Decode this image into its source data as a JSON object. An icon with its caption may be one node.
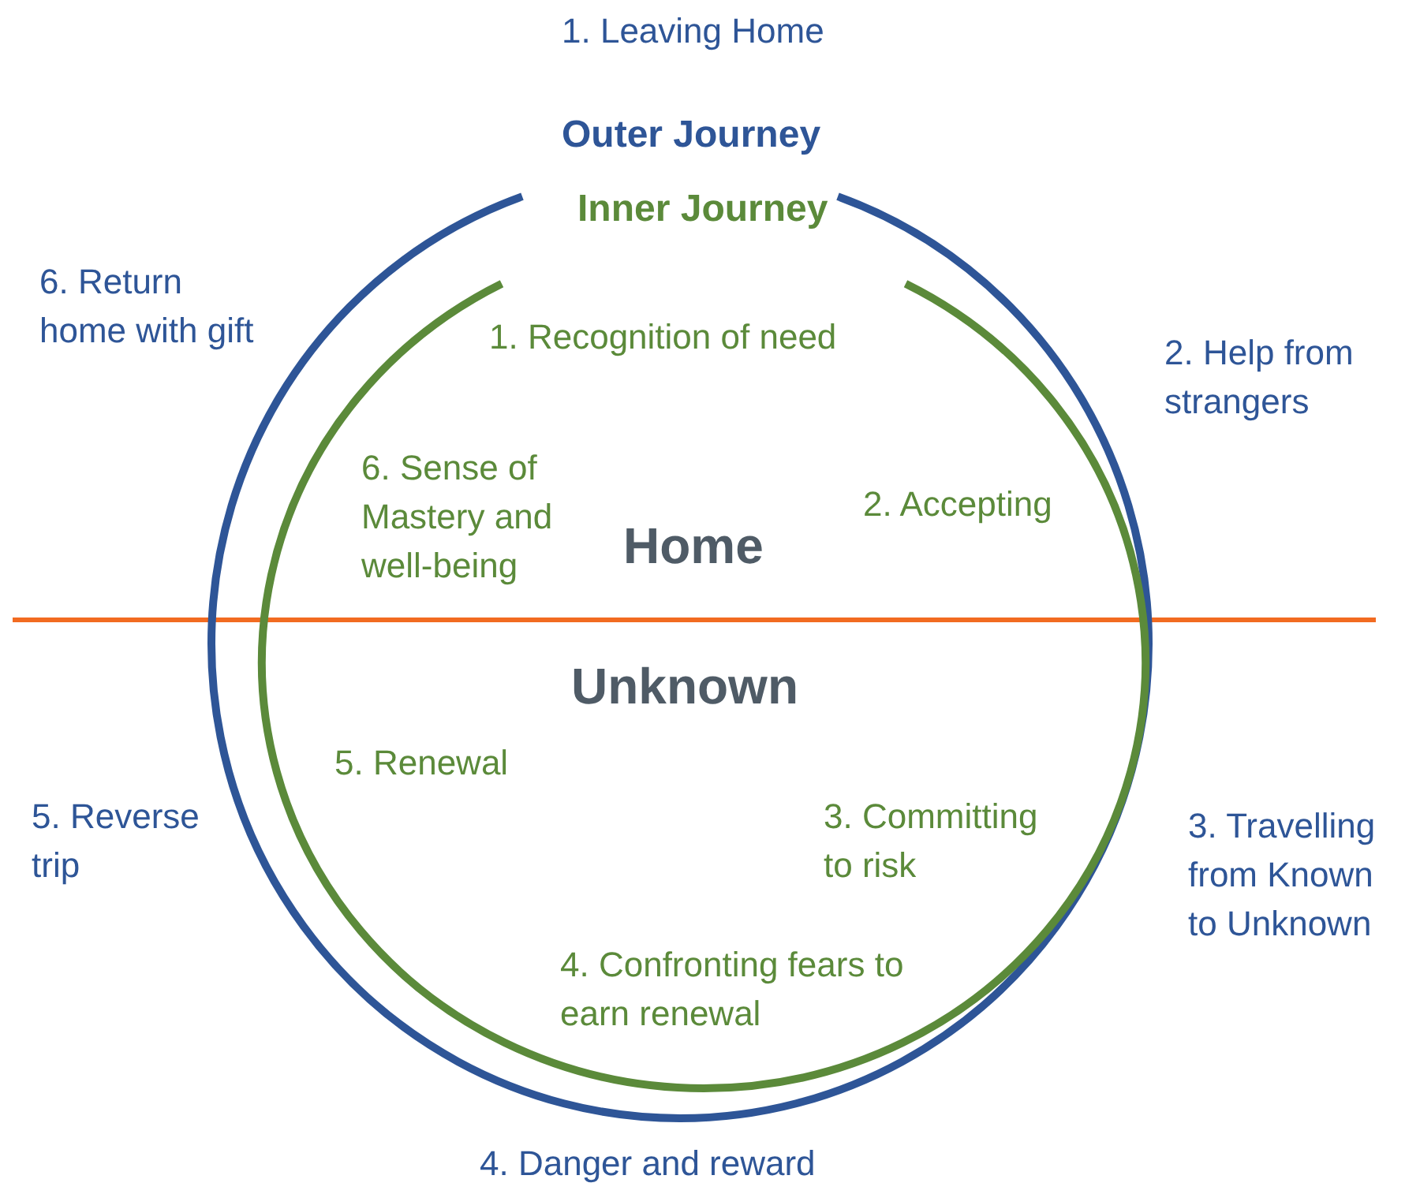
{
  "diagram": {
    "nodes": [
      {
        "text": [
          "Outer Journey"
        ]
      },
      {
        "text": [
          "Inner Journey"
        ],
        "in": 0
      }
    ],
    "edges": [],
    "labels": [
      "1. Leaving Home",
      "6. Return home with gift",
      "1. Recognition of need",
      "2. Help from strangers",
      "6. Sense of Mastery and well-being",
      "2. Accepting",
      "Home",
      "Unknown",
      "5. Renewal",
      "5. Reverse trip",
      "3. Committing to risk",
      "3. Travelling from Known to Unknown",
      "4. Confronting fears to earn renewal",
      "4. Danger and reward"
    ]
  }
}
